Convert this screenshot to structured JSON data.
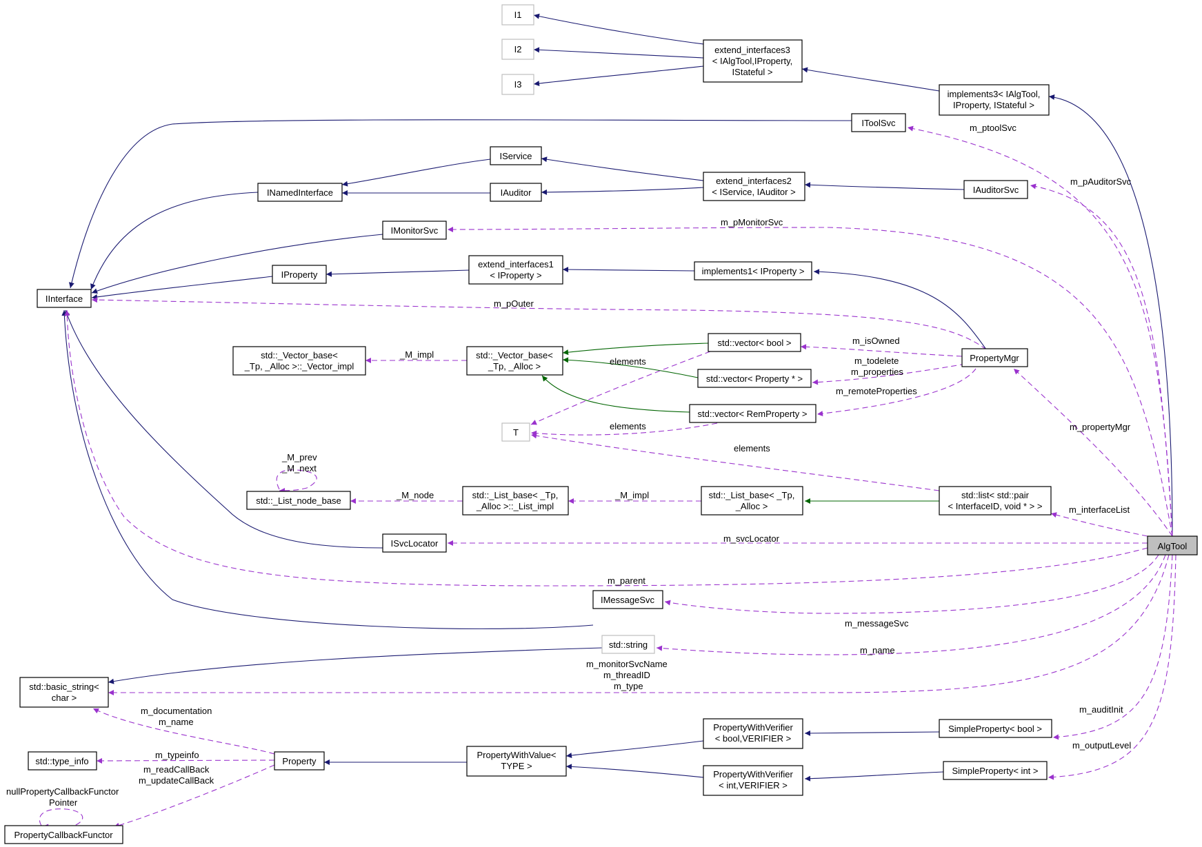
{
  "diagram": {
    "focus_class": "AlgTool",
    "colors": {
      "inheritance": "#191970",
      "usage": "#9a32cd",
      "template": "#006400",
      "focus_fill": "#bfbfbf",
      "undocumented_border": "#bfbfbf"
    },
    "nodes": {
      "i1": [
        "I1"
      ],
      "i2": [
        "I2"
      ],
      "i3": [
        "I3"
      ],
      "extend_interfaces3": [
        "extend_interfaces3",
        "< IAlgTool,IProperty,",
        "IStateful >"
      ],
      "implements3": [
        "implements3< IAlgTool,",
        "IProperty, IStateful >"
      ],
      "itoolsvc": [
        "IToolSvc"
      ],
      "iservice": [
        "IService"
      ],
      "inamedinterface": [
        "INamedInterface"
      ],
      "iauditor": [
        "IAuditor"
      ],
      "extend_interfaces2": [
        "extend_interfaces2",
        "< IService, IAuditor >"
      ],
      "iauditorsvc": [
        "IAuditorSvc"
      ],
      "imonitorsvc": [
        "IMonitorSvc"
      ],
      "iproperty": [
        "IProperty"
      ],
      "extend_interfaces1": [
        "extend_interfaces1",
        "< IProperty >"
      ],
      "implements1": [
        "implements1< IProperty >"
      ],
      "iinterface": [
        "IInterface"
      ],
      "vector_impl": [
        "std::_Vector_base<",
        "_Tp, _Alloc >::_Vector_impl"
      ],
      "vector_base": [
        "std::_Vector_base<",
        "_Tp, _Alloc >"
      ],
      "vector_bool": [
        "std::vector< bool >"
      ],
      "vector_property": [
        "std::vector< Property * >"
      ],
      "vector_remproperty": [
        "std::vector< RemProperty >"
      ],
      "propertymgr": [
        "PropertyMgr"
      ],
      "t": [
        "T"
      ],
      "list_node_base": [
        "std::_List_node_base"
      ],
      "list_impl": [
        "std::_List_base< _Tp,",
        "_Alloc >::_List_impl"
      ],
      "list_base": [
        "std::_List_base< _Tp,",
        "_Alloc >"
      ],
      "list_pair": [
        "std::list< std::pair",
        "< InterfaceID, void * > >"
      ],
      "isvclocator": [
        "ISvcLocator"
      ],
      "algtool": [
        "AlgTool"
      ],
      "imessagesvc": [
        "IMessageSvc"
      ],
      "std_string": [
        "std::string"
      ],
      "basic_string": [
        "std::basic_string<",
        "char >"
      ],
      "type_info": [
        "std::type_info"
      ],
      "property": [
        "Property"
      ],
      "propertywithvalue": [
        "PropertyWithValue<",
        "TYPE >"
      ],
      "pwv_bool": [
        "PropertyWithVerifier",
        "< bool,VERIFIER >"
      ],
      "pwv_int": [
        "PropertyWithVerifier",
        "< int,VERIFIER >"
      ],
      "simple_bool": [
        "SimpleProperty< bool >"
      ],
      "simple_int": [
        "SimpleProperty< int >"
      ],
      "callback_functor": [
        "PropertyCallbackFunctor"
      ]
    },
    "labels": {
      "m_ptoolsvc": "m_ptoolSvc",
      "m_pauditorsvc": "m_pAuditorSvc",
      "m_pmonitorsvc": "m_pMonitorSvc",
      "m_pouter": "m_pOuter",
      "m_isowned": "m_isOwned",
      "m_todelete": "m_todelete",
      "m_properties": "m_properties",
      "m_remoteproperties": "m_remoteProperties",
      "m_impl_vector": "_M_impl",
      "elements_bool": "elements",
      "elements_rem": "elements",
      "elements_list": "elements",
      "m_propertymgr": "m_propertyMgr",
      "m_prev": "_M_prev",
      "m_next": "_M_next",
      "m_node": "_M_node",
      "m_impl_list": "_M_impl",
      "m_interfacelist": "m_interfaceList",
      "m_svclocator": "m_svcLocator",
      "m_parent": "m_parent",
      "m_messagesvc": "m_messageSvc",
      "m_name_algtool": "m_name",
      "m_monitorsvcname": "m_monitorSvcName",
      "m_threadid": "m_threadID",
      "m_type": "m_type",
      "m_documentation": "m_documentation",
      "m_name_property": "m_name",
      "m_typeinfo": "m_typeinfo",
      "m_readcallback": "m_readCallBack",
      "m_updatecallback": "m_updateCallBack",
      "nullcallback_1": "nullPropertyCallbackFunctor",
      "nullcallback_2": "Pointer",
      "m_auditinit": "m_auditInit",
      "m_outputlevel": "m_outputLevel"
    }
  }
}
